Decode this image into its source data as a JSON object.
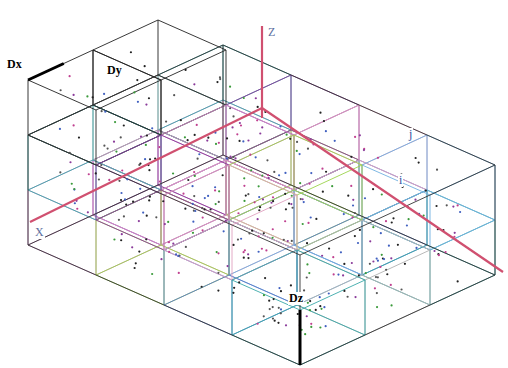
{
  "diagram": {
    "labels": [
      "Dx",
      "Dy",
      "Z",
      "X",
      "j",
      "i",
      "Dz"
    ]
  }
}
